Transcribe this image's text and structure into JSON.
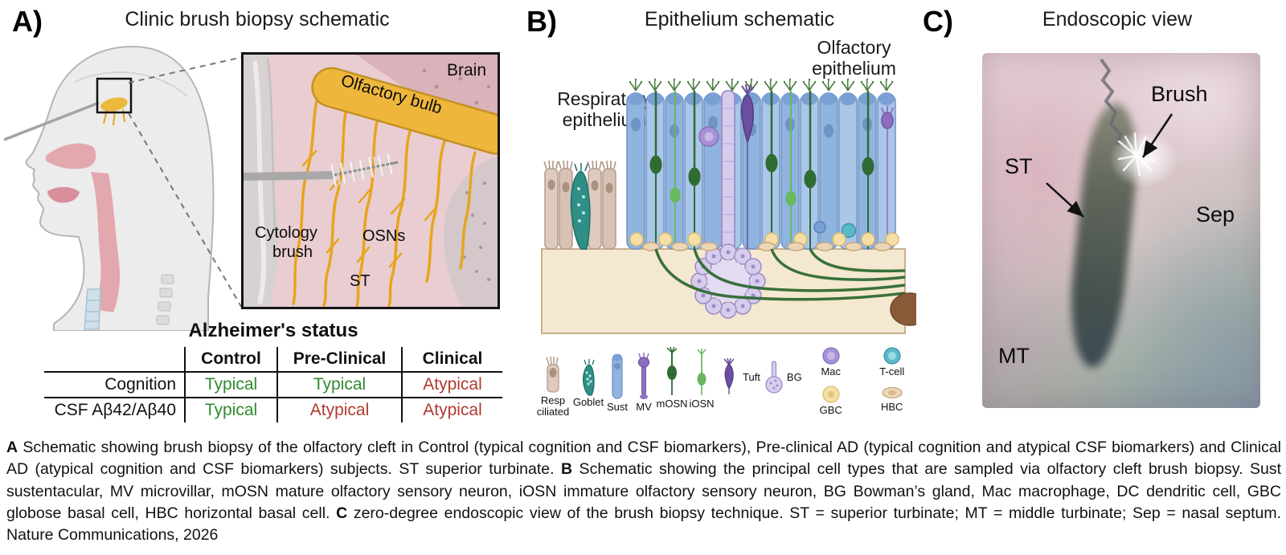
{
  "colors": {
    "typical_green": "#2e8b2e",
    "atypical_red": "#b03a2e",
    "olfactory_bulb_yellow": "#eeb73c",
    "inset_pink": "#e9cdd1",
    "respiratory_cell_tan": "#dfcabe",
    "sustentacular_blue": "#8fb4e0",
    "neuron_green": "#2f6b33",
    "bowman_purple": "#d6cdec",
    "lamina_cream": "#f5e8d0"
  },
  "panelA": {
    "label": "A)",
    "title": "Clinic brush biopsy schematic",
    "inset": {
      "brain": "Brain",
      "olfactory_bulb": "Olfactory bulb",
      "cytology_line1": "Cytology",
      "cytology_line2": "brush",
      "osns": "OSNs",
      "st": "ST"
    },
    "table": {
      "title": "Alzheimer's status",
      "columns": [
        "Control",
        "Pre-Clinical",
        "Clinical"
      ],
      "rows": [
        {
          "label": "Cognition",
          "values": [
            "Typical",
            "Typical",
            "Atypical"
          ]
        },
        {
          "label": "CSF Aβ42/Aβ40",
          "values": [
            "Typical",
            "Atypical",
            "Atypical"
          ]
        }
      ]
    }
  },
  "panelB": {
    "label": "B)",
    "title": "Epithelium schematic",
    "respiratory_epithelium": "Respiratory epithelium",
    "olfactory_epithelium": "Olfactory epithelium",
    "legend": [
      {
        "name": "Resp ciliated"
      },
      {
        "name": "Goblet"
      },
      {
        "name": "Sust"
      },
      {
        "name": "MV"
      },
      {
        "name": "mOSN"
      },
      {
        "name": "iOSN"
      },
      {
        "name": "Tuft"
      },
      {
        "name": "BG"
      },
      {
        "name": "Mac"
      },
      {
        "name": "T-cell"
      },
      {
        "name": "GBC"
      },
      {
        "name": "HBC"
      }
    ]
  },
  "panelC": {
    "label": "C)",
    "title": "Endoscopic view",
    "labels": {
      "brush": "Brush",
      "st": "ST",
      "sep": "Sep",
      "mt": "MT"
    }
  },
  "caption": {
    "a_marker": "A",
    "a_text": " Schematic showing brush biopsy of the olfactory cleft in Control (typical cognition and CSF biomarkers), Pre-clinical AD (typical cognition and atypical CSF biomarkers) and Clinical AD (atypical cognition and CSF biomarkers) subjects. ST superior turbinate. ",
    "b_marker": "B",
    "b_text": " Schematic showing the principal cell types that are sampled via olfactory cleft brush biopsy. Sust sustentacular, MV microvillar, mOSN mature olfactory sensory neuron, iOSN immature olfactory sensory neuron, BG Bowman’s gland, Mac macrophage, DC dendritic cell, GBC globose basal cell, HBC horizontal basal cell. ",
    "c_marker": "C",
    "c_text": " zero-degree endoscopic view of the brush biopsy technique. ST = superior turbinate; MT = middle turbinate; Sep = nasal septum. Nature Communications, 2026"
  }
}
